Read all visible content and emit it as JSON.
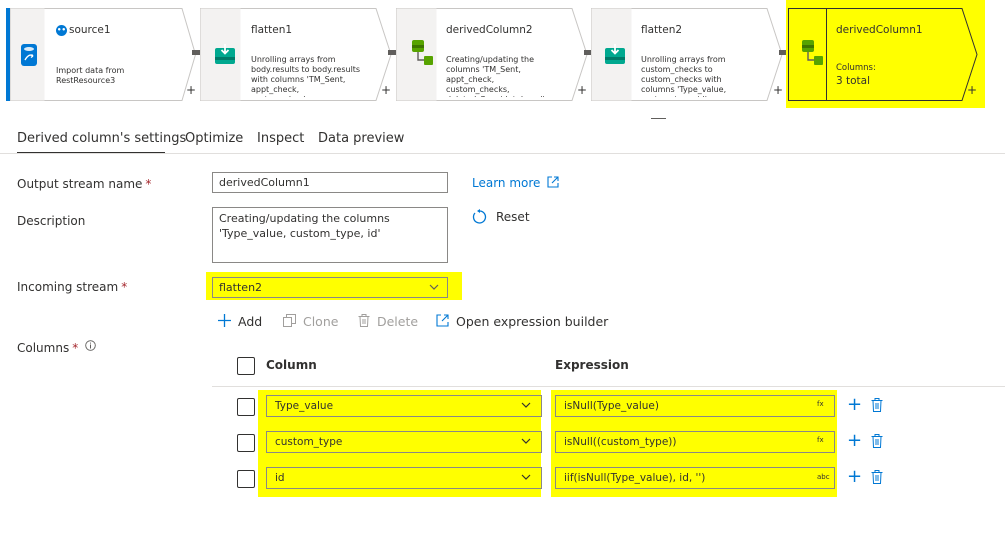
{
  "pipeline": {
    "nodes": [
      {
        "title": "source1",
        "description": "Import data from RestResource3",
        "has_info": true,
        "selected": false
      },
      {
        "title": "flatten1",
        "description": "Unrolling arrays from body.results to body.results with columns 'TM_Sent, appt_check, custom_checks, deleted_flag, tele_url'",
        "selected": false
      },
      {
        "title": "derivedColumn2",
        "description": "Creating/updating the columns 'TM_Sent, appt_check, custom_checks, deleted_flag, id, tele_url'",
        "selected": false
      },
      {
        "title": "flatten2",
        "description": "Unrolling arrays from custom_checks to custom_checks with columns 'Type_value, custom_type, id'",
        "selected": false
      },
      {
        "title": "derivedColumn1",
        "columns_label": "Columns:",
        "columns_total": "3 total",
        "selected": true
      }
    ],
    "add_label": "+",
    "highlight_color": "#ffff00"
  },
  "tabs": [
    {
      "label": "Derived column's settings",
      "active": true
    },
    {
      "label": "Optimize",
      "active": false
    },
    {
      "label": "Inspect",
      "active": false
    },
    {
      "label": "Data preview",
      "active": false
    }
  ],
  "form": {
    "output_stream_label": "Output stream name",
    "output_stream_value": "derivedColumn1",
    "required_mark": "*",
    "learn_more": "Learn more",
    "description_label": "Description",
    "description_value": "Creating/updating the columns\n'Type_value, custom_type, id'",
    "reset_label": "Reset",
    "incoming_label": "Incoming stream",
    "incoming_value": "flatten2",
    "columns_label": "Columns"
  },
  "toolbar": {
    "add": "Add",
    "clone": "Clone",
    "delete": "Delete",
    "open_builder": "Open expression builder"
  },
  "table": {
    "headers": {
      "column": "Column",
      "expression": "Expression"
    },
    "rows": [
      {
        "column": "Type_value",
        "expression": "isNull(Type_value)",
        "badge": "fx"
      },
      {
        "column": "custom_type",
        "expression": "isNull((custom_type))",
        "badge": "fx"
      },
      {
        "column": "id",
        "expression": "iif(isNull(Type_value), id, '')",
        "badge": "abc"
      }
    ]
  },
  "colors": {
    "accent": "#0078d4",
    "highlight": "#ffff00",
    "required": "#a4262c",
    "node_icon_teal": "#00a88f",
    "node_icon_green": "#57a300"
  }
}
